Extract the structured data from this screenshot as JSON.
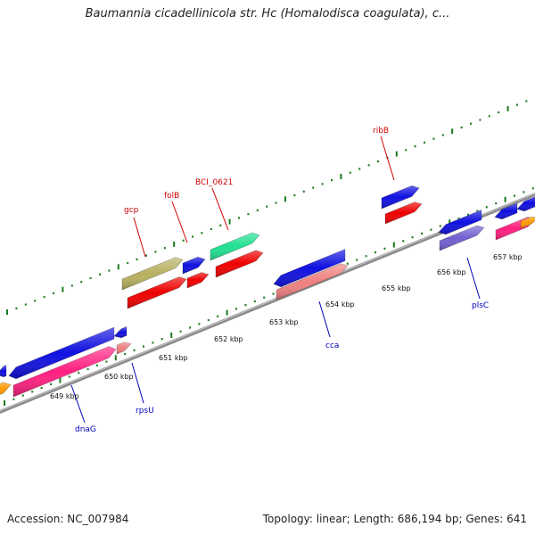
{
  "title": "Baumannia cicadellinicola str. Hc (Homalodisca coagulata), c...",
  "footer": {
    "accession": "Accession: NC_007984",
    "summary": "Topology: linear; Length: 686,194 bp; Genes: 641"
  },
  "colors": {
    "backbone": "#8a8a8a",
    "tick": "#1e7a1e",
    "forward_label": "#cc0000",
    "reverse_label": "#0000bb"
  },
  "kbp_labels": [
    "649 kbp",
    "650 kbp",
    "651 kbp",
    "652 kbp",
    "653 kbp",
    "654 kbp",
    "655 kbp",
    "656 kbp",
    "657 kbp"
  ],
  "gene_labels": {
    "forward": [
      "gcp",
      "folB",
      "BCI_0621",
      "ribB"
    ],
    "reverse": [
      "dnaG",
      "rpsU",
      "cca",
      "plsC"
    ]
  }
}
